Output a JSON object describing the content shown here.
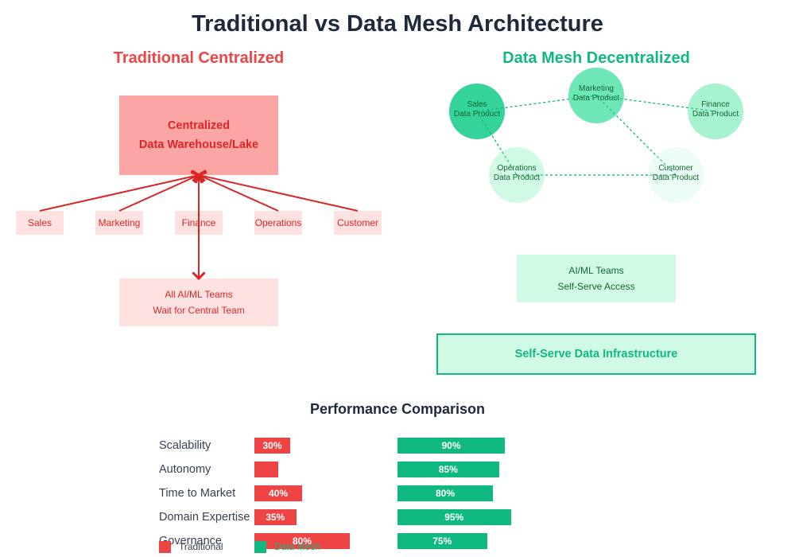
{
  "title": "Traditional vs Data Mesh Architecture",
  "traditional": {
    "title": "Traditional Centralized",
    "warehouse": {
      "line1": "Centralized",
      "line2": "Data Warehouse/Lake"
    },
    "departments": [
      "Sales",
      "Marketing",
      "Finance",
      "Operations",
      "Customer"
    ],
    "consumers": {
      "line1": "All AI/ML Teams",
      "line2": "Wait for Central Team"
    }
  },
  "mesh": {
    "title": "Data Mesh Decentralized",
    "nodes": [
      {
        "line1": "Sales",
        "line2": "Data Product"
      },
      {
        "line1": "Marketing",
        "line2": "Data Product"
      },
      {
        "line1": "Finance",
        "line2": "Data Product"
      },
      {
        "line1": "Operations",
        "line2": "Data Product"
      },
      {
        "line1": "Customer",
        "line2": "Data Product"
      }
    ],
    "consumers": {
      "line1": "AI/ML Teams",
      "line2": "Self-Serve Access"
    },
    "infrastructure": "Self-Serve Data Infrastructure"
  },
  "colors": {
    "traditional": "#ef4444",
    "mesh": "#10b981"
  },
  "performance": {
    "title": "Performance Comparison",
    "metrics": [
      {
        "name": "Scalability",
        "traditional": 30,
        "traditional_label": "30%",
        "mesh": 90,
        "mesh_label": "90%"
      },
      {
        "name": "Autonomy",
        "traditional": 20,
        "traditional_label": "",
        "mesh": 85,
        "mesh_label": "85%"
      },
      {
        "name": "Time to Market",
        "traditional": 40,
        "traditional_label": "40%",
        "mesh": 80,
        "mesh_label": "80%"
      },
      {
        "name": "Domain Expertise",
        "traditional": 35,
        "traditional_label": "35%",
        "mesh": 95,
        "mesh_label": "95%"
      },
      {
        "name": "Governance",
        "traditional": 80,
        "traditional_label": "80%",
        "mesh": 75,
        "mesh_label": "75%"
      }
    ],
    "legend": {
      "traditional": "Traditional",
      "mesh": "Data Mesh"
    }
  }
}
